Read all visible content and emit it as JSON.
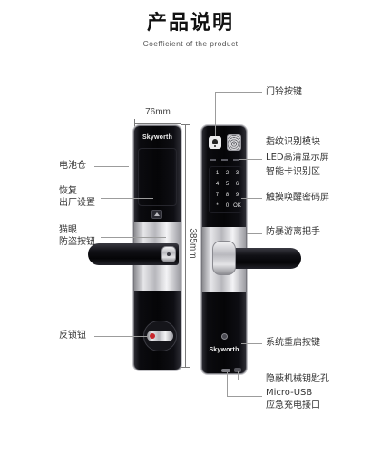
{
  "title": "产品说明",
  "subtitle": "Coefficient of the product",
  "dimensions": {
    "width": "76mm",
    "height": "385mm"
  },
  "brand": "Skyworth",
  "left_callouts": {
    "battery": "电池仓",
    "restore": [
      "恢复",
      "出厂设置"
    ],
    "peephole": [
      "猫眼",
      "防盗按钮"
    ],
    "deadlock_knob": "反锁钮"
  },
  "right_callouts": {
    "doorbell": "门铃按键",
    "fingerprint": "指纹识别模块",
    "led_display": "LED高清显示屏",
    "card_reader": "智能卡识别区",
    "touch_keypad": "触摸唤醒密码屏",
    "handle": "防暴游离把手",
    "restart": "系统重启按键",
    "keyhole": "隐蔽机械钥匙孔",
    "usb": [
      "Micro-USB",
      "应急充电接口"
    ]
  },
  "keypad": {
    "keys": [
      "1",
      "2",
      "3",
      "4",
      "5",
      "6",
      "7",
      "8",
      "9",
      "*",
      "0",
      "OK"
    ]
  },
  "icons": {
    "doorbell": "doorbell-icon",
    "fingerprint": "fingerprint-icon",
    "restore": "restore-icon"
  },
  "colors": {
    "lock_body": "#0a0a0e",
    "chrome": "#cfcfd3",
    "accent_red": "#c8262c",
    "callout_line": "#9c9c9c",
    "label_text": "#333333"
  }
}
